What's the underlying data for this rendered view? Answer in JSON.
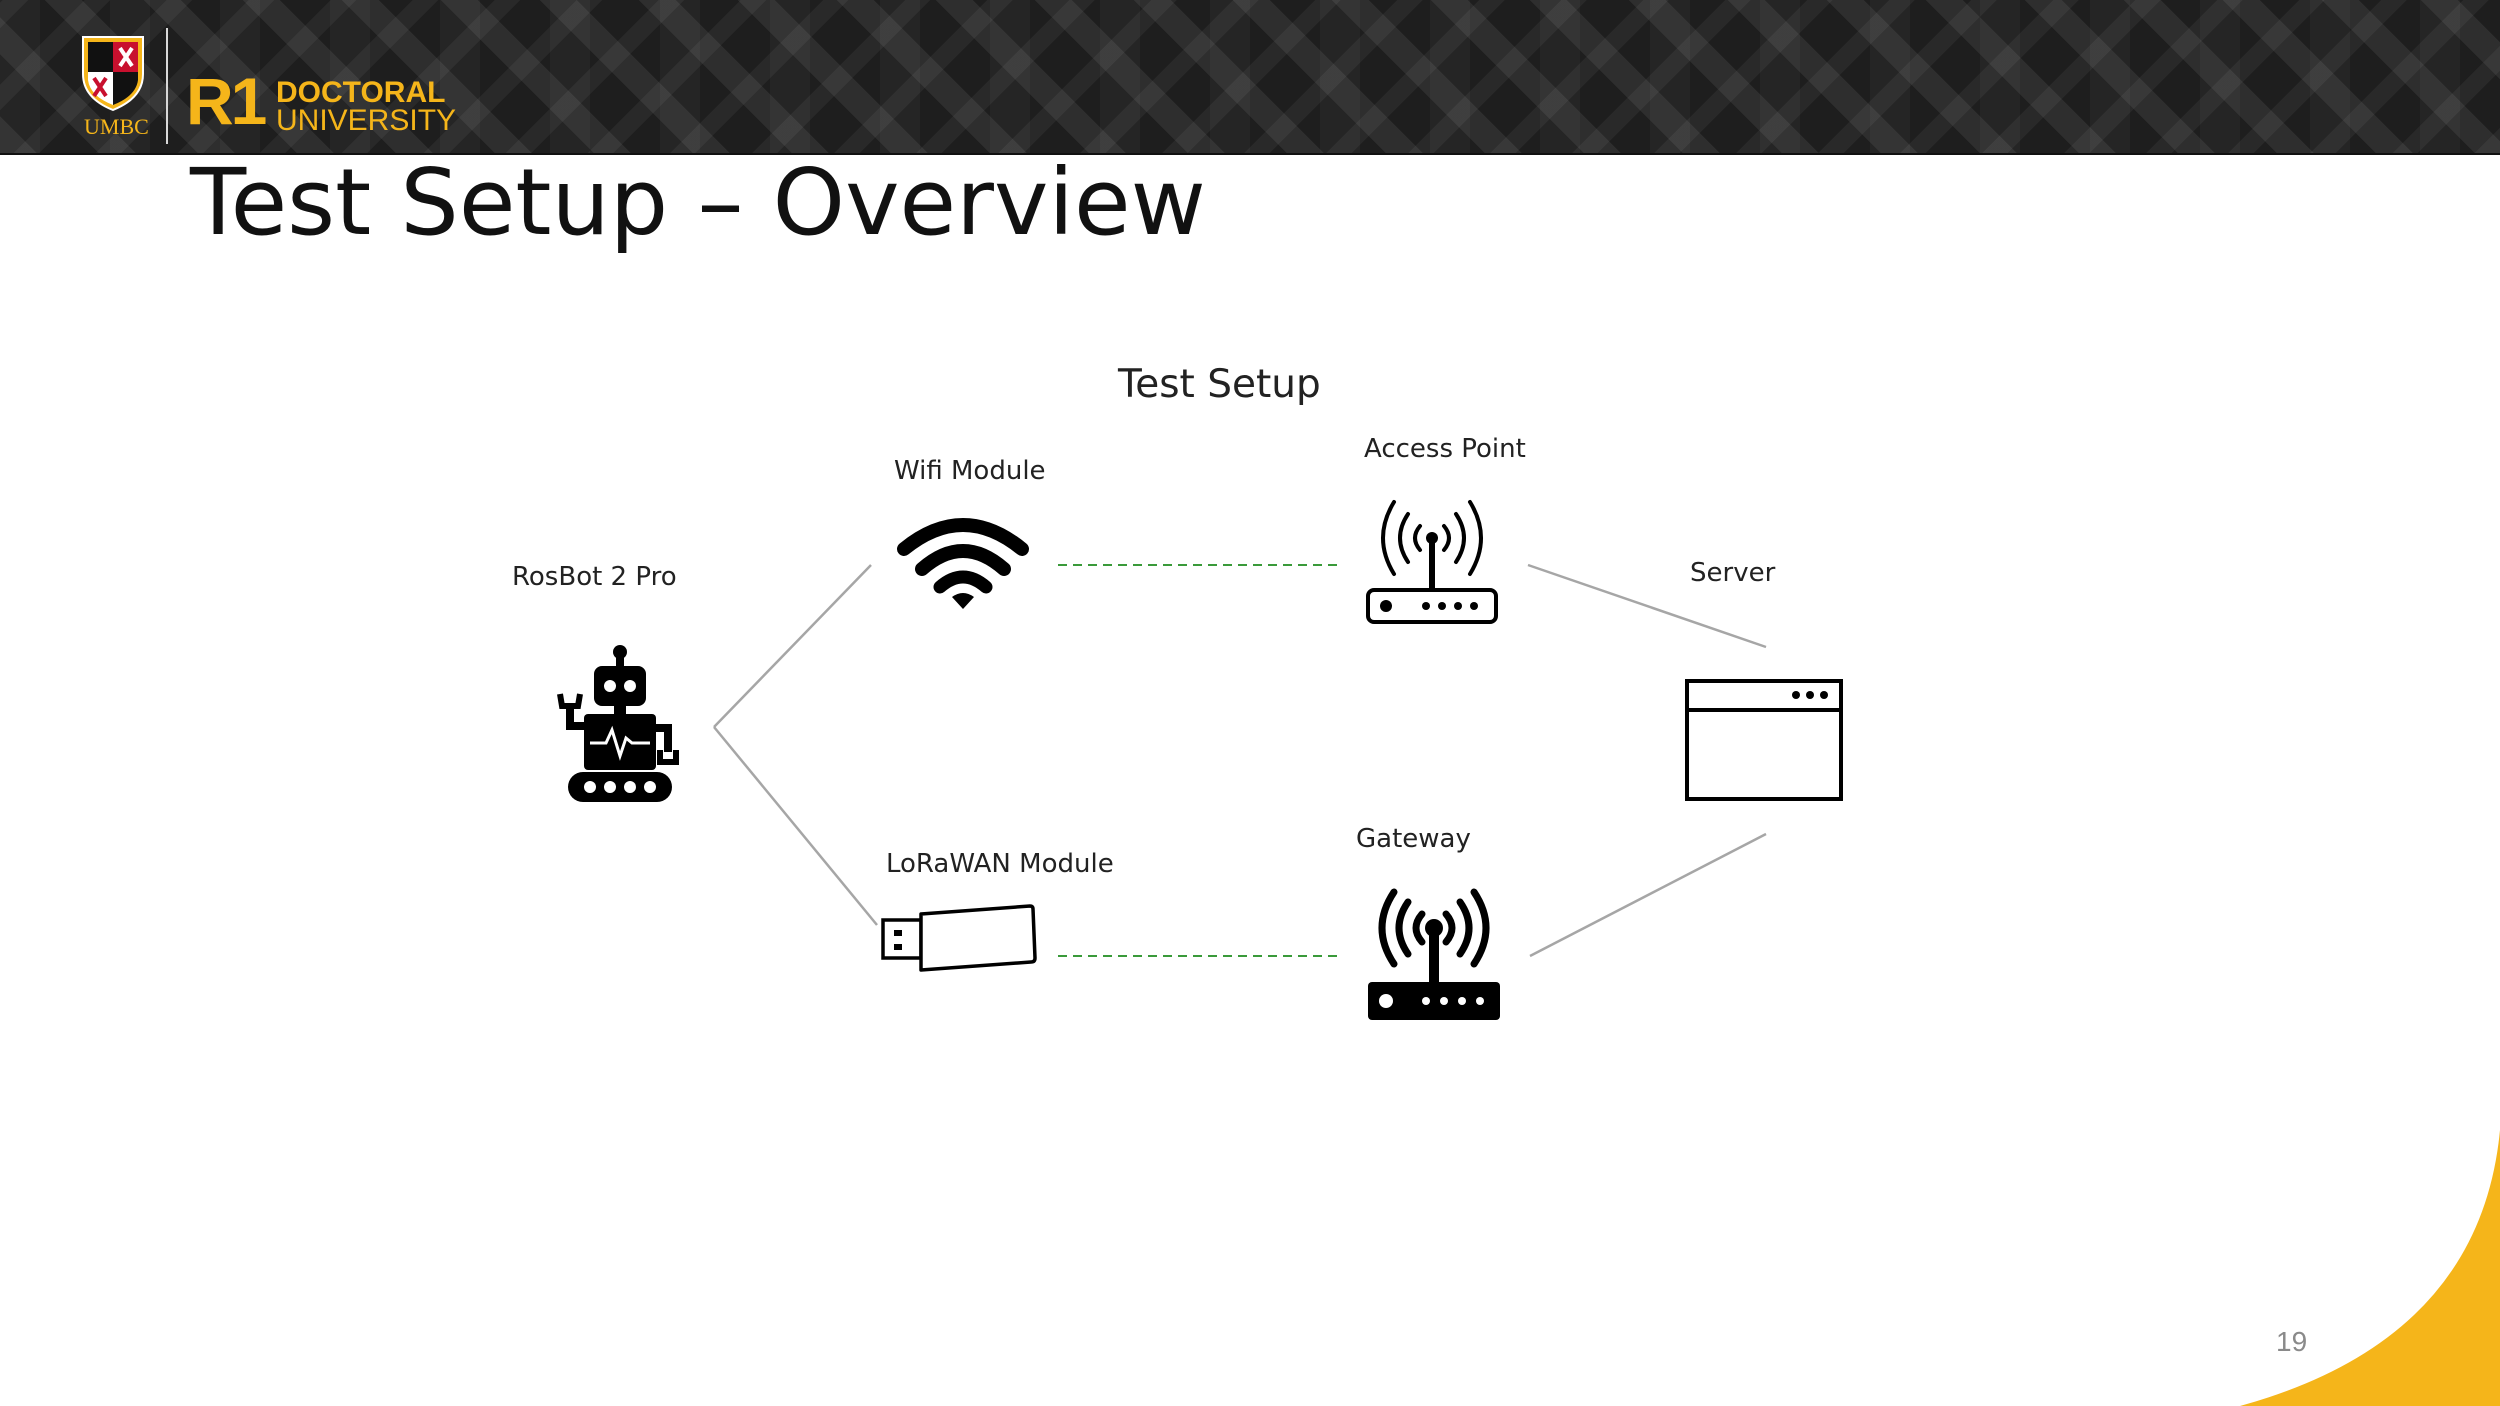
{
  "header": {
    "institution_abbr": "UMBC",
    "badge_main": "R1",
    "badge_line1": "DOCTORAL",
    "badge_line2": "UNIVERSITY",
    "accent_color": "#f5b51a"
  },
  "slide": {
    "title": "Test Setup – Overview",
    "page_number": "19"
  },
  "diagram": {
    "title": "Test Setup",
    "nodes": {
      "robot": {
        "label": "RosBot 2 Pro",
        "icon": "robot-icon"
      },
      "wifi": {
        "label": "Wifi Module",
        "icon": "wifi-icon"
      },
      "lora": {
        "label": "LoRaWAN Module",
        "icon": "usb-stick-icon"
      },
      "access_point": {
        "label": "Access Point",
        "icon": "router-icon"
      },
      "gateway": {
        "label": "Gateway",
        "icon": "gateway-icon"
      },
      "server": {
        "label": "Server",
        "icon": "browser-window-icon"
      }
    },
    "edges": [
      {
        "from": "robot",
        "to": "wifi",
        "style": "solid"
      },
      {
        "from": "robot",
        "to": "lora",
        "style": "solid"
      },
      {
        "from": "wifi",
        "to": "access_point",
        "style": "dashed",
        "color": "#3a9a3a"
      },
      {
        "from": "lora",
        "to": "gateway",
        "style": "dashed",
        "color": "#3a9a3a"
      },
      {
        "from": "access_point",
        "to": "server",
        "style": "solid"
      },
      {
        "from": "gateway",
        "to": "server",
        "style": "solid"
      }
    ]
  }
}
